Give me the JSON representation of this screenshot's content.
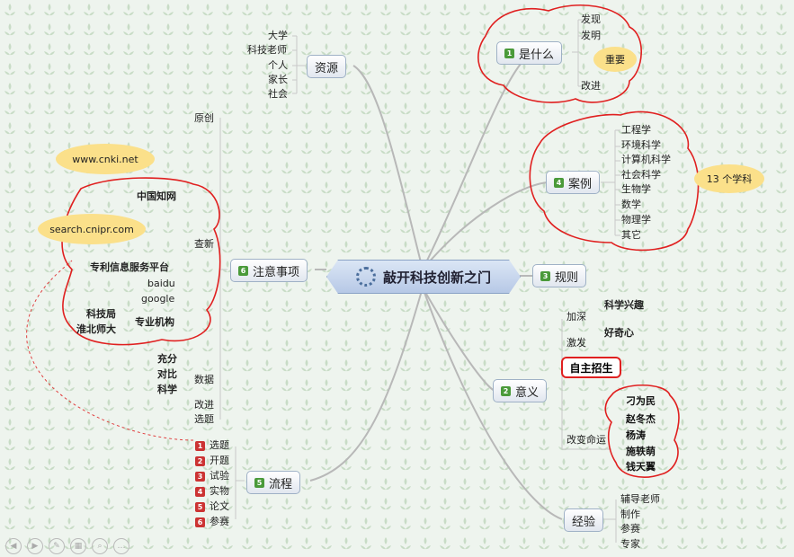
{
  "central": "敲开科技创新之门",
  "what": {
    "label": "是什么",
    "num": "1",
    "leaves": [
      "发现",
      "发明",
      "改进"
    ],
    "callout": "重要"
  },
  "cases": {
    "label": "案例",
    "num": "4",
    "leaves": [
      "工程学",
      "环境科学",
      "计算机科学",
      "社会科学",
      "生物学",
      "数学",
      "物理学",
      "其它"
    ],
    "callout": "13 个学科"
  },
  "rules": {
    "label": "规则",
    "num": "3"
  },
  "meaning": {
    "label": "意义",
    "num": "2",
    "jiashen": "加深",
    "jifa": "激发",
    "interest": "科学兴趣",
    "curiosity": "好奇心",
    "recruit": "自主招生",
    "change": "改变命运",
    "people": [
      "刁为民",
      "赵冬杰",
      "杨涛",
      "施轶萌",
      "钱天翼"
    ]
  },
  "experience": {
    "label": "经验",
    "leaves": [
      "辅导老师",
      "制作",
      "参赛",
      "专家"
    ]
  },
  "resources": {
    "label": "资源",
    "leaves": [
      "大学",
      "科技老师",
      "个人",
      "家长",
      "社会"
    ]
  },
  "notes": {
    "label": "注意事项",
    "num": "6",
    "yuanchuang": "原创",
    "chaxin": "查新",
    "cnki_site": "中国知网",
    "patent": "专利信息服务平台",
    "baidu": "baidu",
    "google": "google",
    "kejiju": "科技局",
    "huaibei": "淮北师大",
    "org": "专业机构",
    "callout1": "www.cnki.net",
    "callout2": "search.cnipr.com",
    "shuju": "数据",
    "shuju_leaves": [
      "充分",
      "对比",
      "科学"
    ],
    "gaijin": "改进",
    "xuanti": "选题"
  },
  "process": {
    "label": "流程",
    "num": "5",
    "steps": [
      {
        "num": "1",
        "label": "选题"
      },
      {
        "num": "2",
        "label": "开题"
      },
      {
        "num": "3",
        "label": "试验"
      },
      {
        "num": "4",
        "label": "实物"
      },
      {
        "num": "5",
        "label": "论文"
      },
      {
        "num": "6",
        "label": "参赛"
      }
    ]
  },
  "colors": {
    "branch": "#b8b8b8",
    "cloud": "#e02020",
    "callout": "#fbe08a"
  }
}
